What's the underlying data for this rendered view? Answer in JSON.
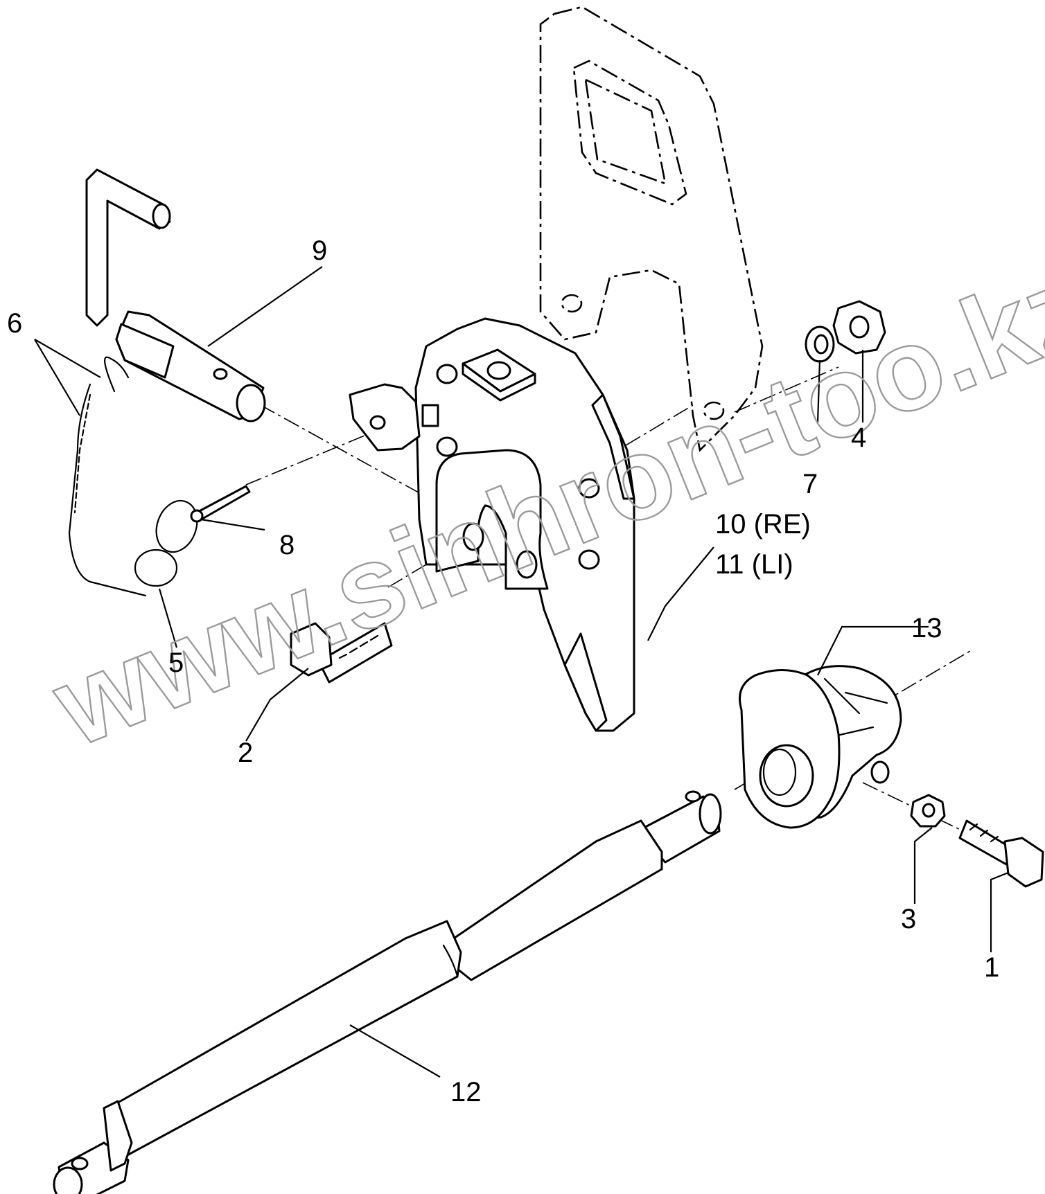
{
  "callouts": [
    {
      "id": "1",
      "text": "1"
    },
    {
      "id": "2",
      "text": "2"
    },
    {
      "id": "3",
      "text": "3"
    },
    {
      "id": "4",
      "text": "4"
    },
    {
      "id": "5",
      "text": "5"
    },
    {
      "id": "6",
      "text": "6"
    },
    {
      "id": "7",
      "text": "7"
    },
    {
      "id": "8",
      "text": "8"
    },
    {
      "id": "9",
      "text": "9"
    },
    {
      "id": "10",
      "text": "10 (RE)"
    },
    {
      "id": "11",
      "text": "11 (LI)"
    },
    {
      "id": "12",
      "text": "12"
    },
    {
      "id": "13",
      "text": "13"
    }
  ],
  "watermark": "www.sinhron-too.kz",
  "colors": {
    "line": "#000000",
    "background": "#ffffff",
    "watermark": "#9a9a9a"
  }
}
